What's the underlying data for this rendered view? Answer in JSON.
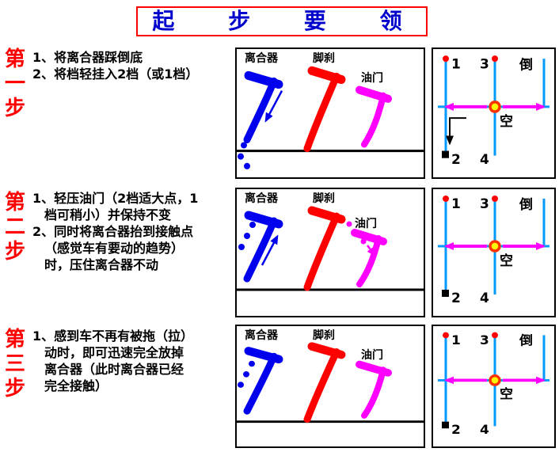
{
  "title": "起 步 要 领",
  "pedals": {
    "clutch": "离合器",
    "brake": "脚刹",
    "throttle": "油门"
  },
  "gear": {
    "one": "1",
    "two": "2",
    "three": "3",
    "four": "4",
    "reverse": "倒",
    "neutral": "空"
  },
  "steps": [
    {
      "label": "第一步",
      "lines": [
        "1、将离合器踩倒底",
        "2、将档轻挂入2档（或1档）"
      ]
    },
    {
      "label": "第二步",
      "lines": [
        "1、轻压油门（2档适大点，1",
        "档可稍小）并保持不变",
        "2、同时将离合器抬到接触点",
        "（感觉车有要动的趋势）",
        "时，压住离合器不动"
      ]
    },
    {
      "label": "第三步",
      "lines": [
        "1、感到车不再有被拖（拉）",
        "动时，即可迅速完全放掉",
        "离合器（此时离合器已经",
        "完全接触）"
      ]
    }
  ]
}
